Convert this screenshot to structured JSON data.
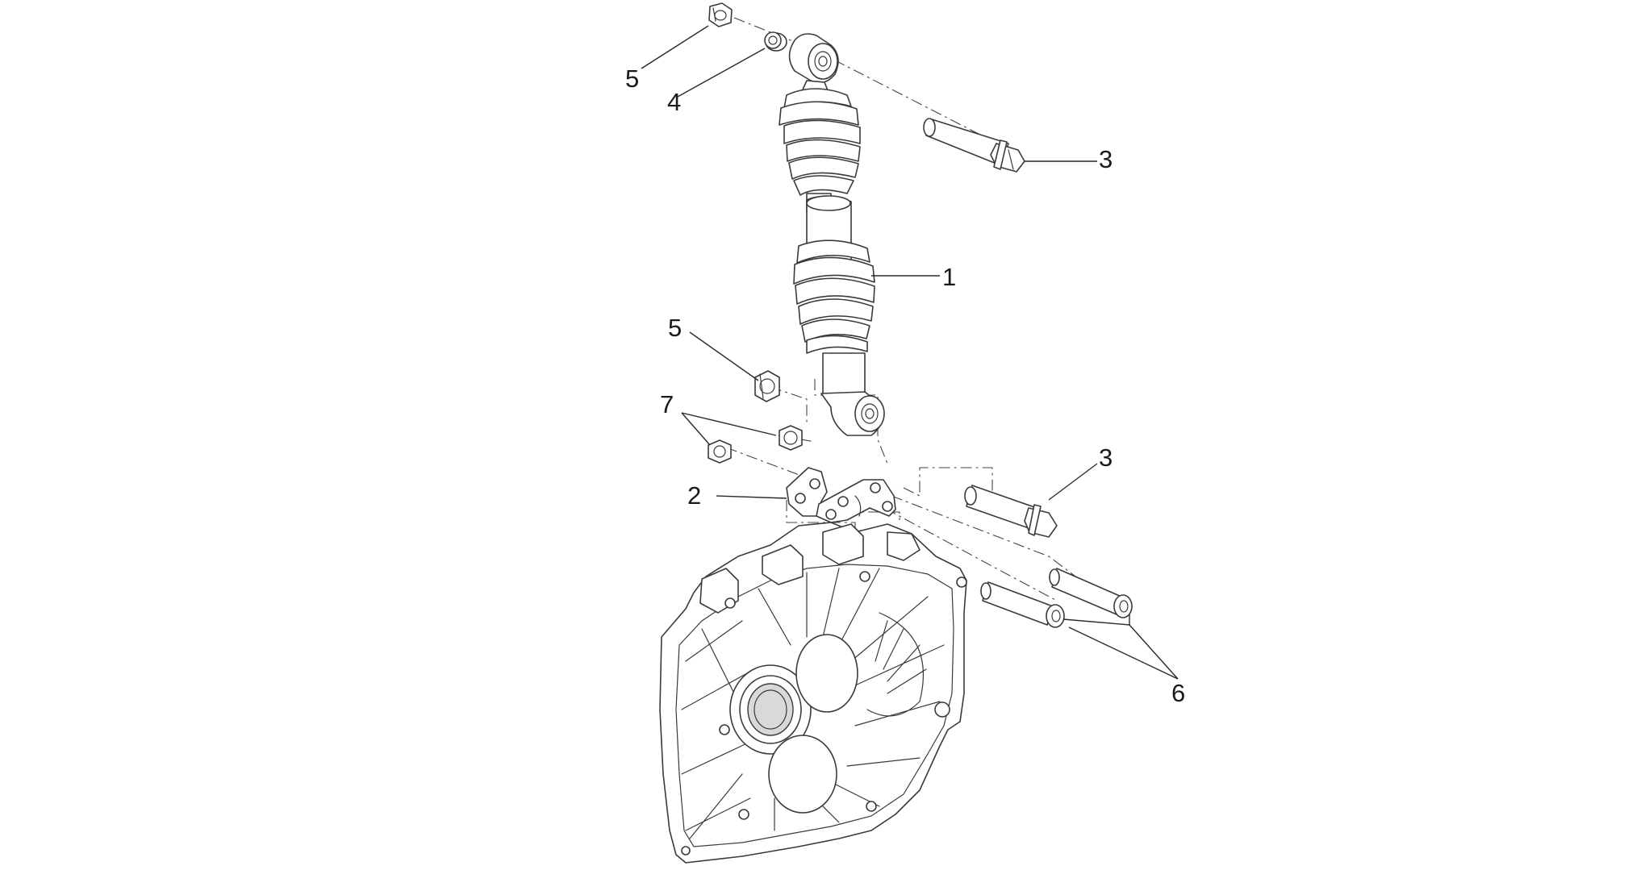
{
  "callouts": [
    {
      "id": "c5a",
      "label": "5"
    },
    {
      "id": "c4",
      "label": "4"
    },
    {
      "id": "c3a",
      "label": "3"
    },
    {
      "id": "c1",
      "label": "1"
    },
    {
      "id": "c5b",
      "label": "5"
    },
    {
      "id": "c7",
      "label": "7"
    },
    {
      "id": "c3b",
      "label": "3"
    },
    {
      "id": "c2",
      "label": "2"
    },
    {
      "id": "c6",
      "label": "6"
    }
  ],
  "colors": {
    "line": "#3a3a3a",
    "background": "#ffffff"
  }
}
